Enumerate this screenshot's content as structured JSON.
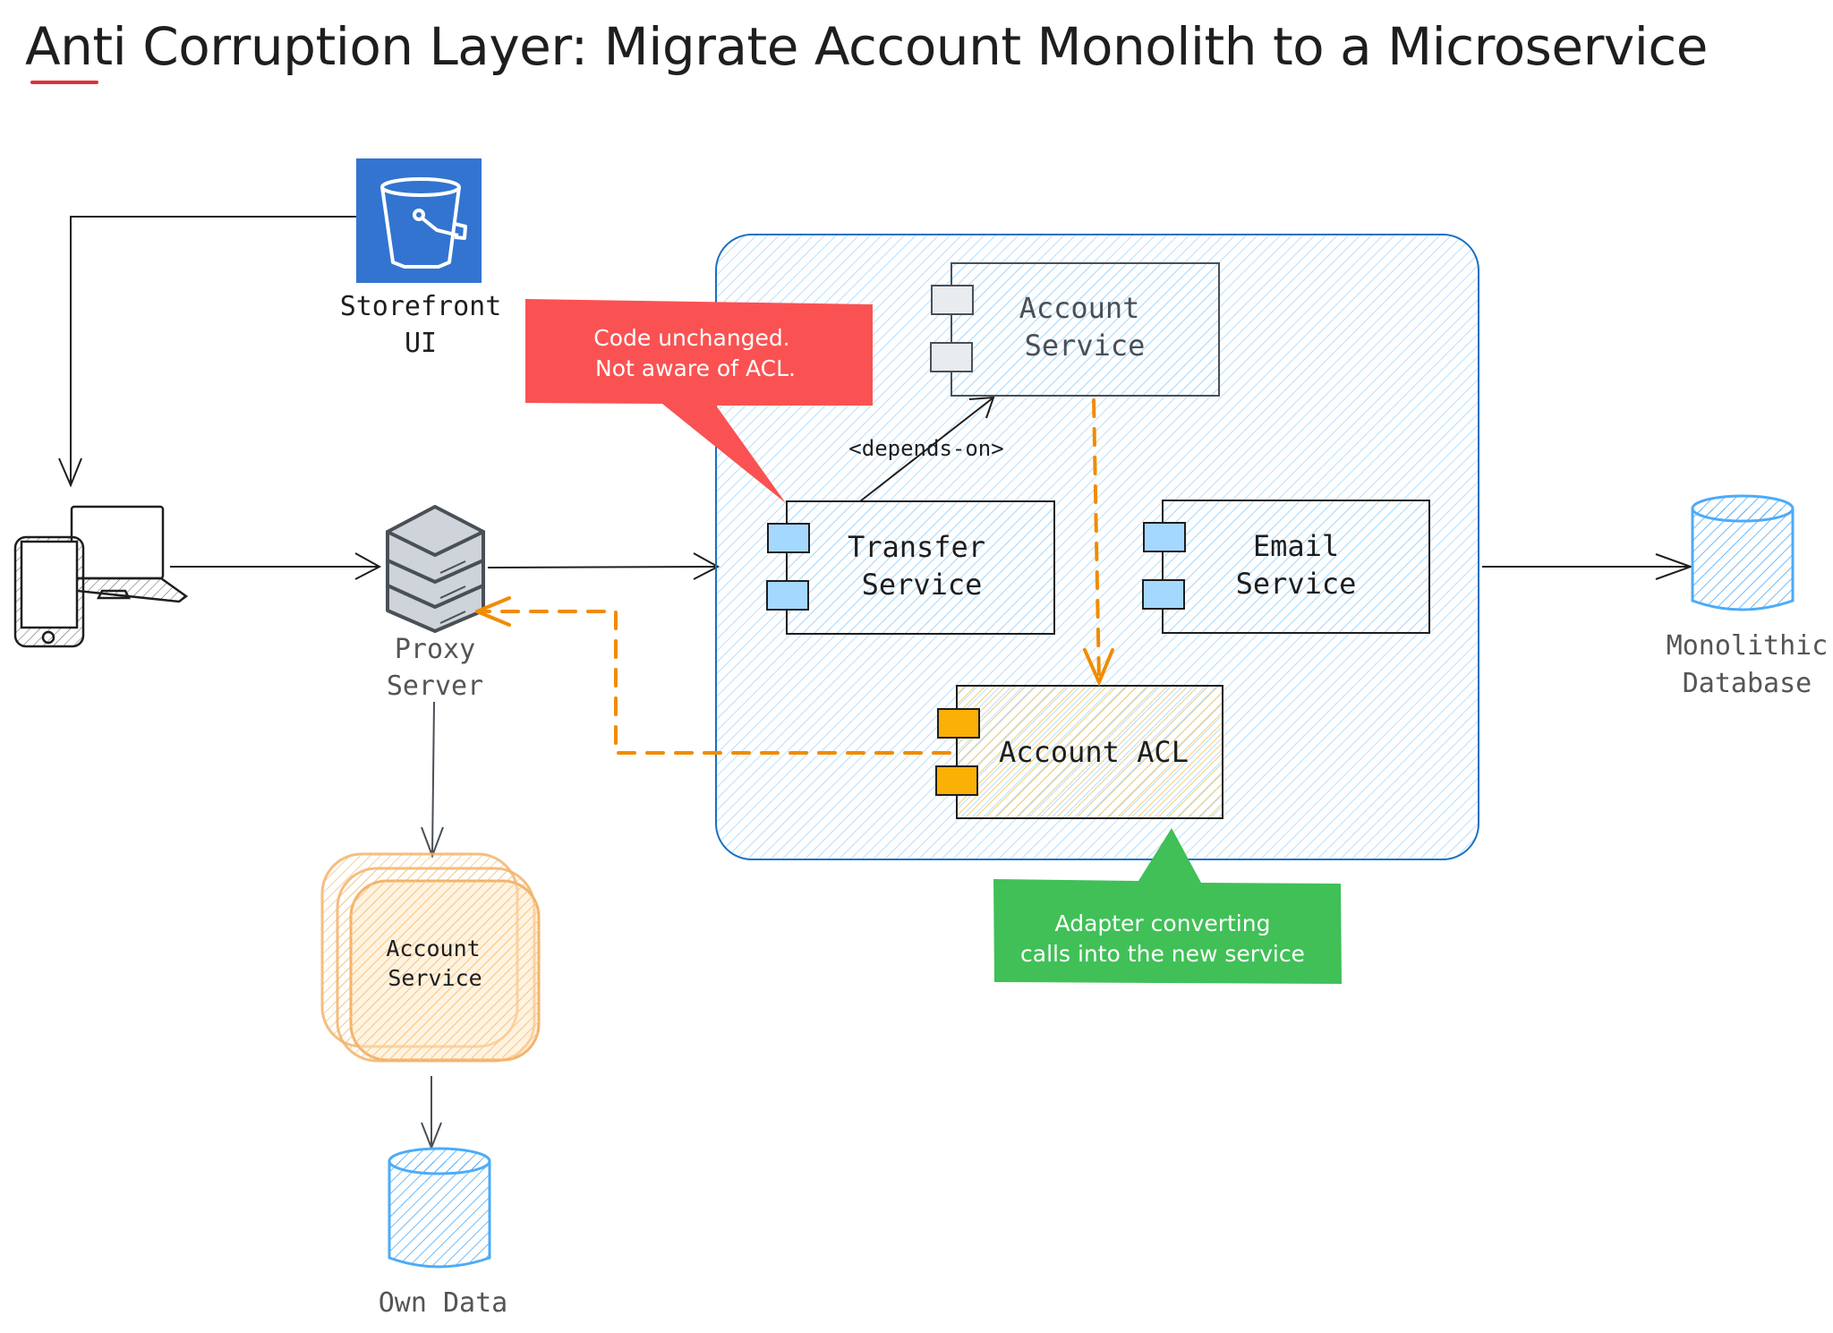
{
  "title": "Anti Corruption Layer: Migrate Account Monolith to a Microservice",
  "colors": {
    "accent_underline": "#e03131",
    "storefront_bg": "#3274d0",
    "container_stroke": "#1971c2",
    "hatch_blue": "#a5d8ff",
    "port_blue": "#a5d8ff",
    "port_gray": "#e9ecef",
    "port_orange": "#fab005",
    "acl_hatch": "#f0c05a",
    "orange_arrow": "#f08c00",
    "callout_red": "#fa5252",
    "callout_green": "#40c057",
    "db_stroke": "#4dabf7",
    "server_fill": "#ced4da",
    "server_stroke": "#495057",
    "legacy_fill": "#ffd8a8",
    "legacy_stroke": "#f4b36b"
  },
  "nodes": {
    "storefront": {
      "line1": "Storefront",
      "line2": "UI",
      "icon": "bucket-icon"
    },
    "client_devices": {
      "icon": "phone-laptop-icon"
    },
    "proxy": {
      "line1": "Proxy",
      "line2": "Server",
      "icon": "server-stack-icon"
    },
    "account_service": {
      "line1": "Account",
      "line2": "Service"
    },
    "transfer_service": {
      "line1": "Transfer",
      "line2": "Service"
    },
    "email_service": {
      "line1": "Email",
      "line2": "Service"
    },
    "account_acl": {
      "label": "Account ACL"
    },
    "legacy_account_service": {
      "line1": "Account",
      "line2": "Service"
    },
    "monolithic_db": {
      "line1": "Monolithic",
      "line2": "Database",
      "icon": "database-icon"
    },
    "own_data": {
      "label": "Own Data",
      "icon": "database-icon"
    }
  },
  "edges": {
    "depends_on": {
      "label": "<depends-on>"
    }
  },
  "callouts": {
    "red": {
      "line1": "Code unchanged.",
      "line2": "Not aware of ACL."
    },
    "green": {
      "line1": "Adapter converting",
      "line2": "calls into the new service"
    }
  }
}
